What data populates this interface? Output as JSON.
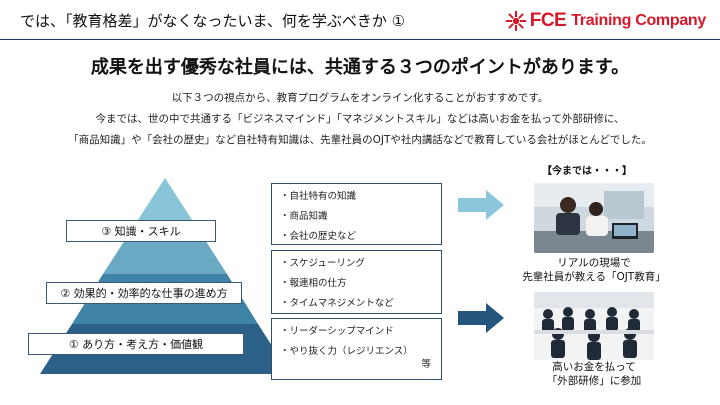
{
  "header": {
    "title": "では、「教育格差」がなくなったいま、何を学ぶべきか ①",
    "logo_mark": "FCE",
    "logo_rest": "Training Company"
  },
  "heading": "成果を出す優秀な社員には、共通する３つのポイントがあります。",
  "intro": [
    "以下３つの視点から、教育プログラムをオンライン化することがおすすめです。",
    "今までは、世の中で共通する「ビジネスマインド」「マネジメントスキル」などは高いお金を払って外部研修に、",
    "「商品知識」や「会社の歴史」など自社特有知識は、先輩社員のOJTや社内講話などで教育している会社がほとんどでした。"
  ],
  "pyramid": {
    "levels": [
      {
        "label": "③ 知識・スキル"
      },
      {
        "label": "② 効果的・効率的な仕事の進め方"
      },
      {
        "label": "① あり方・考え方・価値観"
      }
    ],
    "colors": [
      "#89c4d8",
      "#6aa8c4",
      "#3f83a6",
      "#2b6088"
    ]
  },
  "boxes": [
    {
      "items": [
        "・自社特有の知識",
        "・商品知識",
        "・会社の歴史など"
      ]
    },
    {
      "items": [
        "・スケジューリング",
        "・報連相の仕方",
        "・タイムマネジメントなど"
      ]
    },
    {
      "items": [
        "・リーダーシップマインド",
        "・やり抜く力（レジリエンス）"
      ],
      "etc": "等"
    }
  ],
  "arrows": {
    "light": "#8cc6dc",
    "dark": "#24557d"
  },
  "right": {
    "now_label": "【今までは・・・】",
    "photo1_caption": [
      "リアルの現場で",
      "先輩社員が教える「OJT教育」"
    ],
    "photo2_caption": [
      "高いお金を払って",
      "「外部研修」に参加"
    ]
  }
}
